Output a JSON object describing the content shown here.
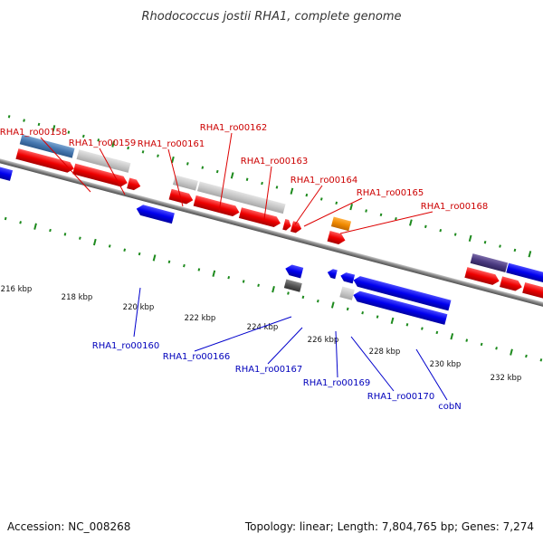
{
  "title": "Rhodococcus jostii RHA1, complete genome",
  "footer": {
    "accession": "Accession: NC_008268",
    "summary": "Topology: linear; Length: 7,804,765 bp; Genes: 7,274"
  },
  "colors": {
    "background": "#ffffff",
    "backbone": "#8a8a8a",
    "forward_label": "#cc0000",
    "reverse_label": "#0000bb",
    "tick": "#1d8a1d"
  },
  "scale": {
    "unit": "kbp",
    "labels": [
      "216 kbp",
      "218 kbp",
      "220 kbp",
      "222 kbp",
      "224 kbp",
      "226 kbp",
      "228 kbp",
      "230 kbp",
      "232 kbp"
    ]
  },
  "genes_forward": [
    {
      "name": "RHA1_ro00158"
    },
    {
      "name": "RHA1_ro00159"
    },
    {
      "name": "RHA1_ro00161"
    },
    {
      "name": "RHA1_ro00162"
    },
    {
      "name": "RHA1_ro00163"
    },
    {
      "name": "RHA1_ro00164"
    },
    {
      "name": "RHA1_ro00165"
    },
    {
      "name": "RHA1_ro00168"
    }
  ],
  "genes_reverse": [
    {
      "name": "RHA1_ro00160"
    },
    {
      "name": "RHA1_ro00166"
    },
    {
      "name": "RHA1_ro00167"
    },
    {
      "name": "RHA1_ro00169"
    },
    {
      "name": "RHA1_ro00170"
    },
    {
      "name": "cobN"
    }
  ]
}
